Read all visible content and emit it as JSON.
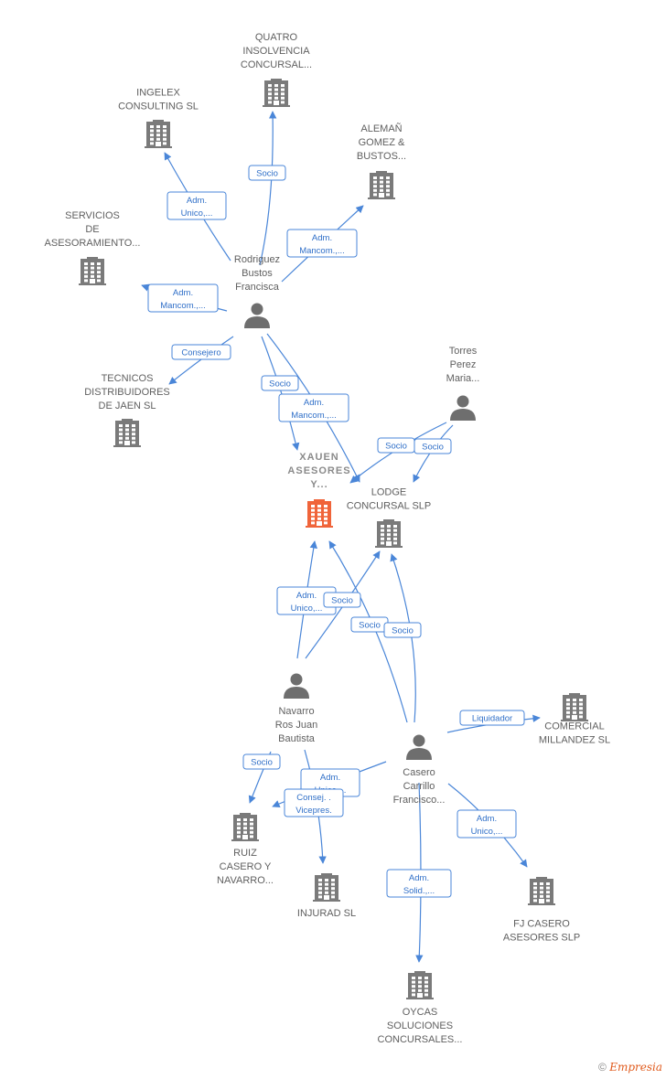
{
  "colors": {
    "edge": "#4a86d8",
    "company": "#7a7a7a",
    "focus": "#f0643a",
    "person": "#6e6e6e"
  },
  "nodes": [
    {
      "id": "xauen",
      "type": "company",
      "focus": true,
      "lines": [
        "XAUEN",
        "ASESORES",
        "Y..."
      ]
    },
    {
      "id": "quatro",
      "type": "company",
      "lines": [
        "QUATRO",
        "INSOLVENCIA",
        "CONCURSAL..."
      ]
    },
    {
      "id": "ingelex",
      "type": "company",
      "lines": [
        "INGELEX",
        "CONSULTING SL"
      ]
    },
    {
      "id": "aleman",
      "type": "company",
      "lines": [
        "ALEMAÑ",
        "GOMEZ &",
        "BUSTOS..."
      ]
    },
    {
      "id": "servicios",
      "type": "company",
      "lines": [
        "SERVICIOS",
        "DE",
        "ASESORAMIENTO..."
      ]
    },
    {
      "id": "rodriguez",
      "type": "person",
      "lines": [
        "Rodriguez",
        "Bustos",
        "Francisca"
      ]
    },
    {
      "id": "tecnicos",
      "type": "company",
      "lines": [
        "TECNICOS",
        "DISTRIBUIDORES",
        "DE JAEN SL"
      ]
    },
    {
      "id": "torres",
      "type": "person",
      "lines": [
        "Torres",
        "Perez",
        "Maria..."
      ]
    },
    {
      "id": "lodge",
      "type": "company",
      "lines": [
        "LODGE",
        "CONCURSAL SLP"
      ]
    },
    {
      "id": "navarro",
      "type": "person",
      "lines": [
        "Navarro",
        "Ros Juan",
        "Bautista"
      ]
    },
    {
      "id": "comercial",
      "type": "company",
      "lines": [
        "COMERCIAL",
        "MILLANDEZ SL"
      ]
    },
    {
      "id": "casero",
      "type": "person",
      "lines": [
        "Casero",
        "Carrillo",
        "Francisco..."
      ]
    },
    {
      "id": "ruiz",
      "type": "company",
      "lines": [
        "RUIZ",
        "CASERO Y",
        "NAVARRO..."
      ]
    },
    {
      "id": "injurad",
      "type": "company",
      "lines": [
        "INJURAD  SL"
      ]
    },
    {
      "id": "fjcasero",
      "type": "company",
      "lines": [
        "FJ CASERO",
        "ASESORES  SLP"
      ]
    },
    {
      "id": "oycas",
      "type": "company",
      "lines": [
        "OYCAS",
        "SOLUCIONES",
        "CONCURSALES..."
      ]
    }
  ],
  "edges": [
    {
      "id": "e1",
      "from": "rodriguez",
      "to": "quatro",
      "label": [
        "Socio"
      ]
    },
    {
      "id": "e2",
      "from": "rodriguez",
      "to": "ingelex",
      "label": [
        "Adm.",
        "Unico,..."
      ]
    },
    {
      "id": "e3",
      "from": "rodriguez",
      "to": "aleman",
      "label": [
        "Adm.",
        "Mancom.,..."
      ]
    },
    {
      "id": "e4",
      "from": "rodriguez",
      "to": "servicios",
      "label": [
        "Adm.",
        "Mancom.,..."
      ]
    },
    {
      "id": "e5",
      "from": "rodriguez",
      "to": "tecnicos",
      "label": [
        "Consejero"
      ]
    },
    {
      "id": "e6",
      "from": "rodriguez",
      "to": "xauen",
      "label": [
        "Socio"
      ]
    },
    {
      "id": "e7",
      "from": "rodriguez",
      "to": "lodge",
      "label": [
        "Adm.",
        "Mancom.,..."
      ]
    },
    {
      "id": "e8",
      "from": "torres",
      "to": "xauen",
      "label": [
        "Socio"
      ]
    },
    {
      "id": "e9",
      "from": "torres",
      "to": "lodge",
      "label": [
        "Socio"
      ]
    },
    {
      "id": "e10",
      "from": "navarro",
      "to": "xauen",
      "label": [
        "Adm.",
        "Unico,..."
      ]
    },
    {
      "id": "e11",
      "from": "navarro",
      "to": "lodge",
      "label": [
        "Socio"
      ]
    },
    {
      "id": "e12",
      "from": "casero",
      "to": "xauen",
      "label": [
        "Socio"
      ]
    },
    {
      "id": "e13",
      "from": "casero",
      "to": "lodge",
      "label": [
        "Socio"
      ]
    },
    {
      "id": "e14",
      "from": "navarro",
      "to": "ruiz",
      "label": [
        "Socio"
      ]
    },
    {
      "id": "e15",
      "from": "navarro",
      "to": "injurad",
      "label": [
        "Adm.",
        "Unico,..."
      ]
    },
    {
      "id": "e16",
      "from": "casero",
      "to": "ruiz",
      "label": [
        "Consej. .",
        "Vicepres."
      ]
    },
    {
      "id": "e17",
      "from": "casero",
      "to": "comercial",
      "label": [
        "Liquidador"
      ]
    },
    {
      "id": "e18",
      "from": "casero",
      "to": "fjcasero",
      "label": [
        "Adm.",
        "Unico,..."
      ]
    },
    {
      "id": "e19",
      "from": "casero",
      "to": "oycas",
      "label": [
        "Adm.",
        "Solid.,..."
      ]
    }
  ],
  "footer": {
    "copyright": "©",
    "brand": "Empresia"
  }
}
